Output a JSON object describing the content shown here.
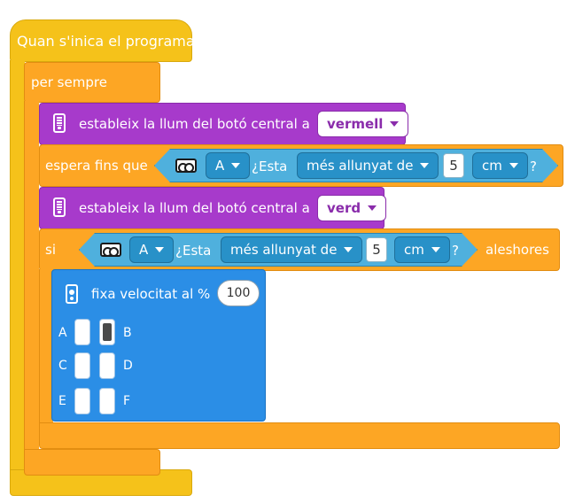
{
  "event_block": {
    "label": "Quan s'inica el programa"
  },
  "forever_block": {
    "label": "per sempre"
  },
  "light_block_1": {
    "label": "estableix la llum del botó central a",
    "color_value": "vermell"
  },
  "wait_block": {
    "label": "espera fins que",
    "condition": {
      "port": "A",
      "question_prefix": "¿Esta",
      "comparison": "més allunyat de",
      "value": "5",
      "unit": "cm",
      "question_suffix": "?"
    }
  },
  "light_block_2": {
    "label": "estableix la llum del botó central a",
    "color_value": "verd"
  },
  "if_block": {
    "label": "si",
    "then_label": "aleshores",
    "condition": {
      "port": "A",
      "question_prefix": "¿Esta",
      "comparison": "més allunyat de",
      "value": "5",
      "unit": "cm",
      "question_suffix": "?"
    }
  },
  "motor_block": {
    "label": "fixa velocitat al %",
    "speed": "100",
    "ports": [
      {
        "left": "A",
        "right": "B",
        "left_selected": false,
        "right_selected": true
      },
      {
        "left": "C",
        "right": "D",
        "left_selected": false,
        "right_selected": false
      },
      {
        "left": "E",
        "right": "F",
        "left_selected": false,
        "right_selected": false
      }
    ]
  },
  "icons": {
    "light": "hub-light-icon",
    "sensor": "distance-sensor-icon",
    "motor": "motor-icon",
    "dropdown": "chevron-down-icon"
  },
  "colors": {
    "event": "#f5c21a",
    "control": "#fda624",
    "light": "#a73acb",
    "motor": "#2b8ee6",
    "sensor": "#4fb0dd"
  }
}
